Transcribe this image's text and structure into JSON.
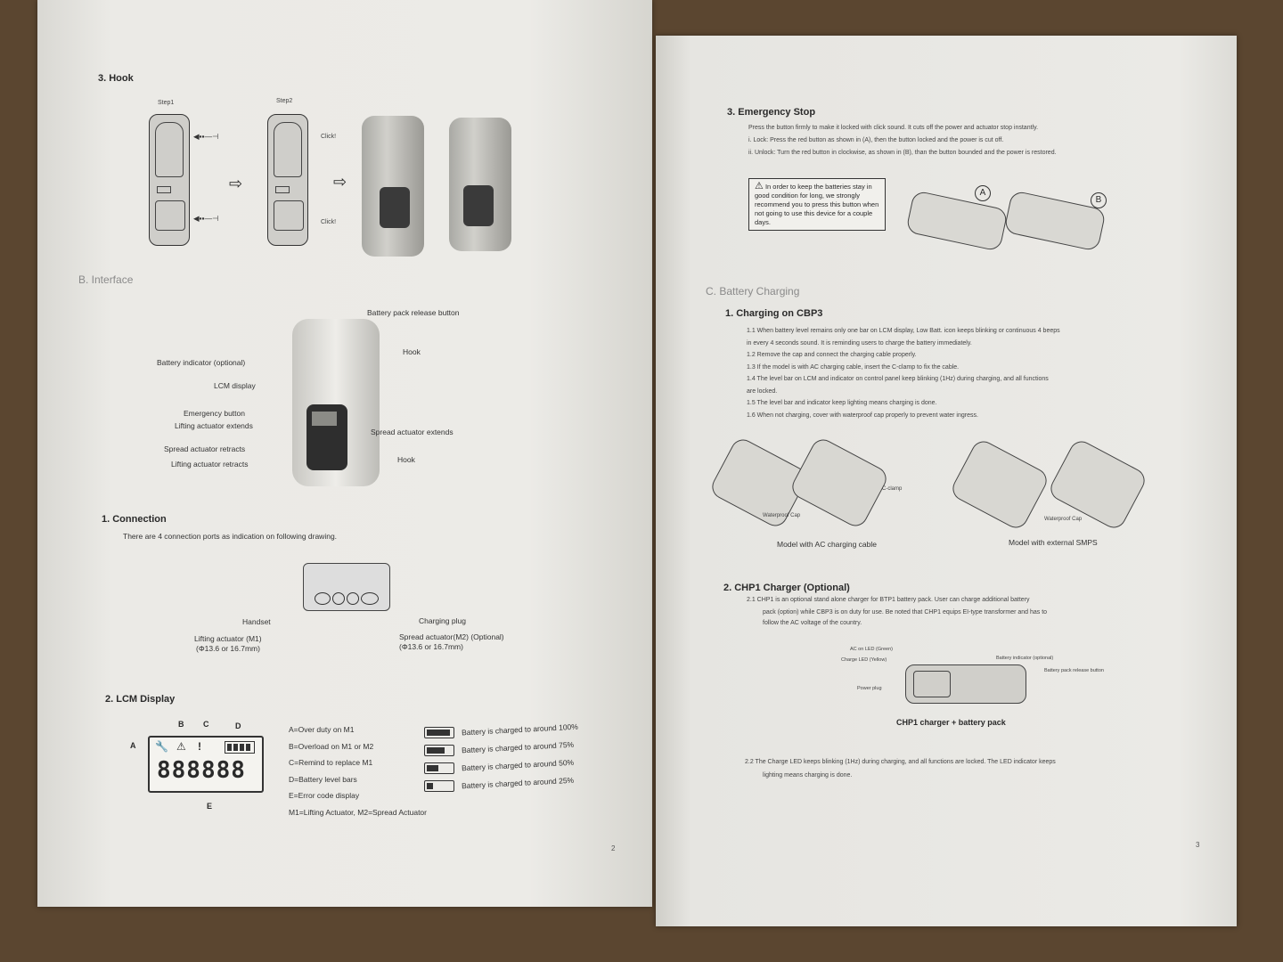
{
  "left": {
    "hook": {
      "title": "3.  Hook",
      "step1": "Step1",
      "step2": "Step2",
      "click1": "Click!",
      "click2": "Click!"
    },
    "interface": {
      "title": "B.  Interface",
      "labels": {
        "release": "Battery pack release button",
        "hook_top": "Hook",
        "battery_indicator": "Battery indicator (optional)",
        "lcm": "LCM display",
        "emergency": "Emergency button",
        "lifting_extends": "Lifting actuator extends",
        "spread_extends": "Spread actuator extends",
        "spread_retracts": "Spread actuator retracts",
        "lifting_retracts": "Lifting actuator retracts",
        "hook_bottom": "Hook"
      }
    },
    "connection": {
      "title": "1.  Connection",
      "text": "There are 4 connection ports as indication on following drawing.",
      "handset": "Handset",
      "charging": "Charging plug",
      "lifting": "Lifting actuator (M1)",
      "lifting_dim": "(Φ13.6 or 16.7mm)",
      "spread": "Spread actuator(M2) (Optional)",
      "spread_dim": "(Φ13.6 or 16.7mm)"
    },
    "lcm": {
      "title": "2.  LCM Display",
      "letters": {
        "a": "A",
        "b": "B",
        "c": "C",
        "d": "D",
        "e": "E"
      },
      "digits": "888888",
      "legend": [
        "A=Over duty on M1",
        "B=Overload on M1 or M2",
        "C=Remind to replace M1",
        "D=Battery level bars",
        "E=Error code display",
        "M1=Lifting Actuator, M2=Spread Actuator"
      ],
      "battery": [
        {
          "label": "Battery is charged to around 100%",
          "level": 1.0
        },
        {
          "label": "Battery is charged to around 75%",
          "level": 0.75
        },
        {
          "label": "Battery is charged to around 50%",
          "level": 0.5
        },
        {
          "label": "Battery is charged to around 25%",
          "level": 0.25
        }
      ]
    },
    "page_number": "2"
  },
  "right": {
    "estop": {
      "title": "3.  Emergency Stop",
      "line1": "Press the button firmly to make it locked with click sound. It cuts off the power and actuator stop instantly.",
      "line2": "i. Lock:       Press the red button as shown in (A), then the button locked and the power is cut off.",
      "line3": "ii. Unlock:   Turn the red button in clockwise, as shown in (B), than the button bounded and the power is restored.",
      "note": "In order to keep the batteries stay in good condition for long, we strongly recommend you to press this button when not going to use this device for a couple days.",
      "a": "A",
      "b": "B"
    },
    "charging": {
      "section": "C.  Battery Charging",
      "title": "1.   Charging on CBP3",
      "items": [
        "1.1   When battery level remains only one bar on LCM display, Low Batt. icon keeps blinking or continuous 4 beeps",
        "         in every 4 seconds sound. It is reminding users to charge the battery immediately.",
        "1.2   Remove the cap and connect the charging cable properly.",
        "1.3   If the model is with AC charging cable, insert the C-clamp to fix the cable.",
        "1.4   The level bar on LCM and indicator on control panel keep blinking (1Hz) during charging, and all functions",
        "         are locked.",
        "1.5   The level bar and indicator keep lighting means charging is done.",
        "1.6   When not charging, cover with waterproof cap properly to prevent water ingress."
      ],
      "waterproof": "Waterproof Cap",
      "cclamp": "C-clamp",
      "waterproof2": "Waterproof Cap",
      "model_ac": "Model with AC charging cable",
      "model_smps": "Model with external SMPS"
    },
    "chp1": {
      "title": "2.  CHP1 Charger (Optional)",
      "l1": "2.1  CHP1 is an optional stand alone charger for BTP1 battery pack. User can charge additional battery",
      "l2": "pack (option) while CBP3 is on duty for use. Be noted that CHP1 equips EI-type transformer and has to",
      "l3": "follow the AC voltage of the country.",
      "ac_led": "AC on LED (Green)",
      "charge_led": "Charge LED (Yellow)",
      "power_plug": "Power plug",
      "batt_ind": "Battery indicator (optional)",
      "release": "Battery pack release button",
      "caption": "CHP1 charger + battery pack",
      "l4": "2.2  The Charge LED keeps blinking (1Hz) during charging, and all functions are locked. The LED indicator keeps",
      "l5": "lighting means charging is done."
    },
    "page_number": "3"
  }
}
